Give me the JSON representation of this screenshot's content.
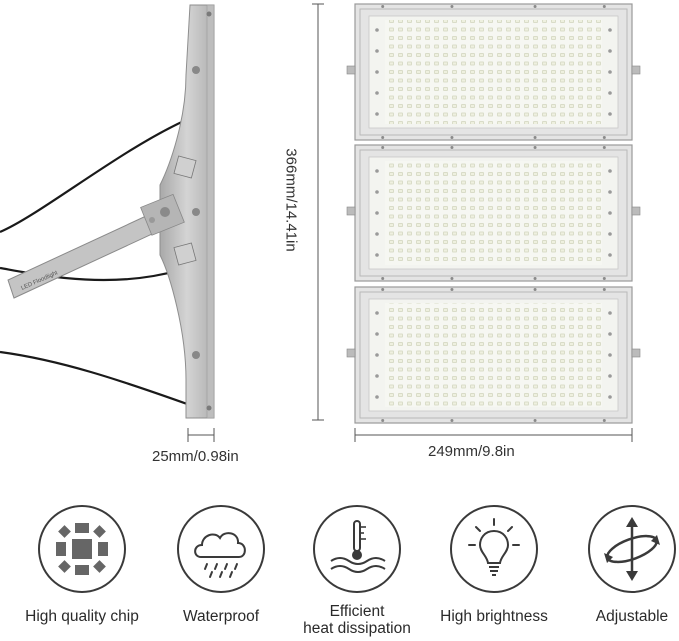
{
  "dimensions": {
    "height": "366mm/14.41in",
    "depth": "25mm/0.98in",
    "width": "249mm/9.8in"
  },
  "bracket_label": "LED Floodlight",
  "features": [
    {
      "icon": "chip-icon",
      "label": "High quality chip"
    },
    {
      "icon": "rain-cloud-icon",
      "label": "Waterproof"
    },
    {
      "icon": "heat-dissipation-icon",
      "label": "Efficient\nheat dissipation"
    },
    {
      "icon": "light-bulb-icon",
      "label": "High brightness"
    },
    {
      "icon": "rotate-arrows-icon",
      "label": "Adjustable"
    }
  ],
  "colors": {
    "bracket": "#c9c9c9",
    "panel_frame": "#dedede",
    "led_area": "#f3f4f0",
    "cable": "#1a1a1a",
    "icon_dark": "#3a3a3a",
    "icon_chip": "#666666"
  }
}
